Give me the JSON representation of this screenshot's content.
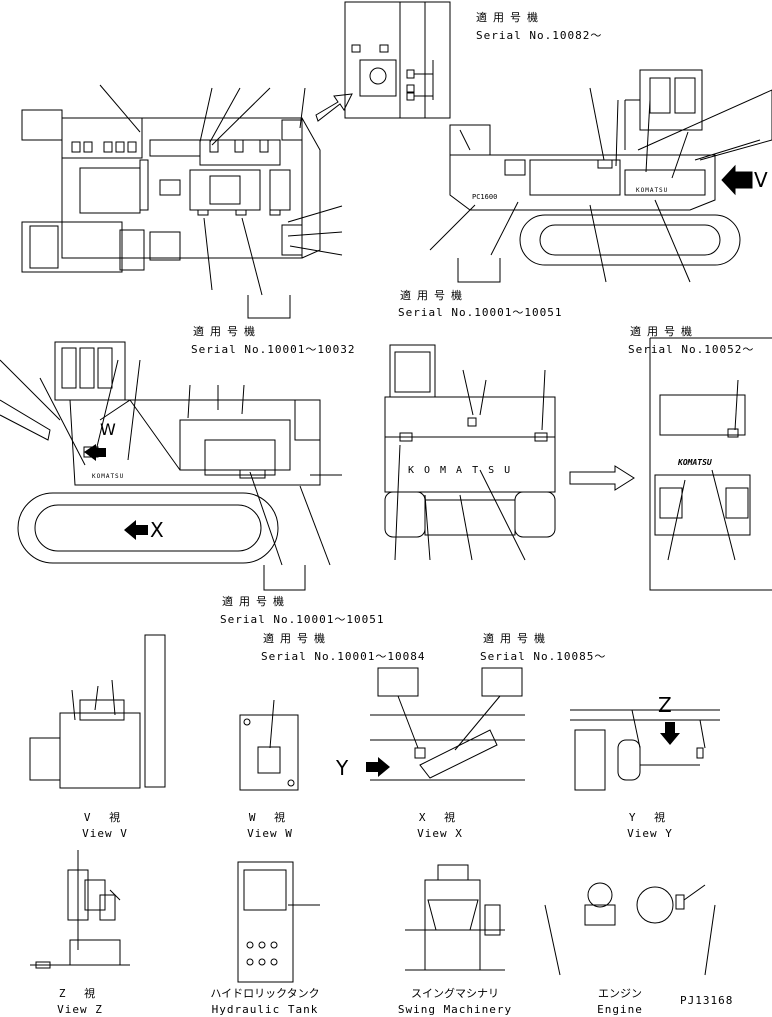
{
  "serials": {
    "s1": {
      "jp": "適用号機",
      "no": "Serial No.10082～"
    },
    "s2": {
      "jp": "適用号機",
      "no": "Serial No.10001～10051"
    },
    "s3": {
      "jp": "適用号機",
      "no": "Serial No.10001～10032"
    },
    "s4": {
      "jp": "適用号機",
      "no": "Serial No.10052～"
    },
    "s5": {
      "jp": "適用号機",
      "no": "Serial No.10001～10051"
    },
    "s6": {
      "jp": "適用号機",
      "no": "Serial No.10001～10084"
    },
    "s7": {
      "jp": "適用号機",
      "no": "Serial No.10085～"
    }
  },
  "markers": {
    "v": "V",
    "w": "W",
    "x": "X",
    "y": "Y",
    "z": "Z"
  },
  "machine_text": {
    "model": "PC1600",
    "brand_small": "KOMATSU",
    "brand_large": "KOMATSU",
    "brand_bold": "KOMATSU"
  },
  "views": {
    "v": {
      "jp": "V 視",
      "en": "View V"
    },
    "w": {
      "jp": "W 視",
      "en": "View W"
    },
    "x": {
      "jp": "X 視",
      "en": "View X"
    },
    "y": {
      "jp": "Y 視",
      "en": "View Y"
    },
    "z": {
      "jp": "Z 視",
      "en": "View Z"
    },
    "hyd": {
      "jp": "ハイドロリックタンク",
      "en": "Hydraulic Tank"
    },
    "swing": {
      "jp": "スイングマシナリ",
      "en": "Swing Machinery"
    },
    "engine": {
      "jp": "エンジン",
      "en": "Engine"
    }
  },
  "drawing_no": "PJ13168"
}
